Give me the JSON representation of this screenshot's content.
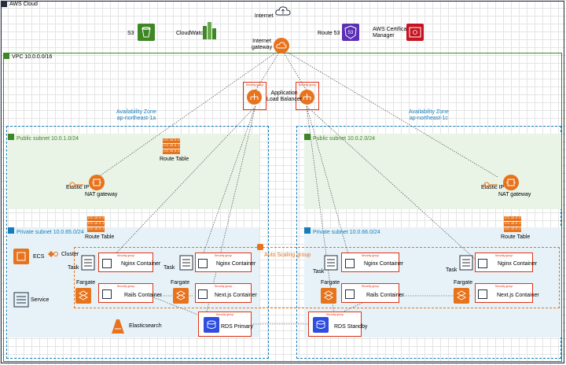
{
  "aws_cloud": {
    "label": "AWS Cloud"
  },
  "top": {
    "internet": "Internet",
    "s3": "S3",
    "cloudwatch": "CloudWatch",
    "internet_gateway": "Internet\ngateway",
    "route53": "Route 53",
    "acm": "AWS Certificate\nManager"
  },
  "vpc": {
    "label": "VPC 10.0.0.0/16"
  },
  "alb": {
    "label": "Application\nLoad Balancer",
    "sg_label": "Security group"
  },
  "az": {
    "left": "Availability Zone\nap-northeast-1a",
    "right": "Availability Zone\nap-northeast-1c"
  },
  "subnets": {
    "public_left": "Public subnet 10.0.1.0/24",
    "public_right": "Public subnet 10.0.2.0/24",
    "private_left": "Private subnet 10.0.65.0/24",
    "private_right": "Private subnet 10.0.66.0/24"
  },
  "route_table": "Route Table",
  "route_table_cells": [
    "172.16.0.0",
    "172.16.0.1",
    "172.16.0.2"
  ],
  "elastic_ip": "Elastic IP",
  "nat_gateway": "NAT gateway",
  "ecs": {
    "ecs": "ECS",
    "cluster": "Cluster",
    "service": "Service",
    "elasticsearch": "Elasticsearch"
  },
  "task": "Task",
  "fargate": "Fargate",
  "security_group": "Security group",
  "containers": {
    "nginx": "Nginx Container",
    "rails": "Rails Container",
    "next": "Next.js Container"
  },
  "auto_scaling": "Auto Scaling group",
  "rds": {
    "primary": "RDS Primary",
    "standby": "RDS Standby"
  },
  "colors": {
    "orange": "#e7731c",
    "green_subnet": "#e9f3e6",
    "blue_subnet": "#e6f2f8",
    "sg_red": "#df3312",
    "az_blue": "#147eba",
    "vpc_green": "#3f8624"
  }
}
